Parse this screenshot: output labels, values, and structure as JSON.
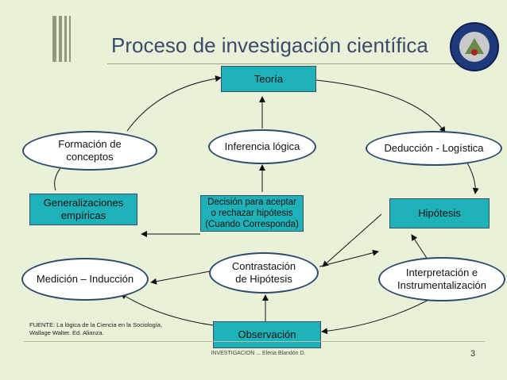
{
  "slide": {
    "title": "Proceso de investigación científica",
    "page_number": "3",
    "footer_text": "INVESTIGACION ... Elena Blandón D.",
    "source_note": "FUENTE: La lógica de la Ciencia en la Sociología, Wallage Walter. Ed. Alianza."
  },
  "diagram": {
    "nodes": {
      "teoria": "Teoría",
      "formacion": "Formación de conceptos",
      "inferencia": "Inferencia lógica",
      "deduccion": "Deducción - Logística",
      "generalizaciones": "Generalizaciones empíricas",
      "decision": "Decisión para aceptar o rechazar hipótesis (Cuando Corresponda)",
      "hipotesis": "Hipótesis",
      "medicion": "Medición – Inducción",
      "contrastacion": "Contrastación de Hipótesis",
      "interpretacion": "Interpretación e Instrumentalización",
      "observacion": "Observación"
    }
  },
  "colors": {
    "box_fill": "#1fb1b8",
    "oval_stroke": "#2d4b6c",
    "background": "#e9f1d9",
    "title": "#3e4a6a"
  }
}
